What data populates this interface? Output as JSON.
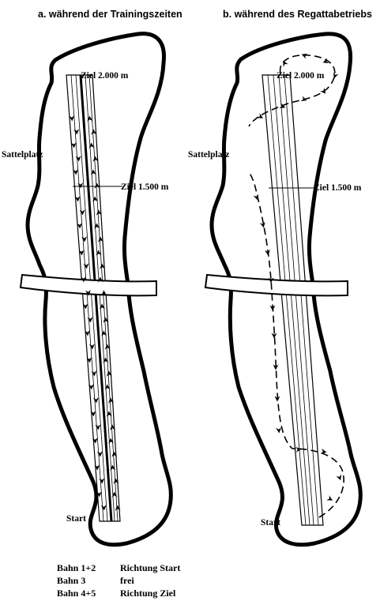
{
  "panel_a": {
    "title": "a. während der Trainingszeiten",
    "labels": {
      "finish_2000": "Ziel 2.000 m",
      "finish_1500": "Ziel 1.500 m",
      "paddock": "Sattelplatz",
      "start": "Start"
    }
  },
  "panel_b": {
    "title": "b. während des Regattabetriebs",
    "labels": {
      "finish_2000": "Ziel 2.000 m",
      "finish_1500": "Ziel 1.500 m",
      "paddock": "Sattelplatz",
      "start": "Start"
    }
  },
  "legend": [
    {
      "lanes": "Bahn 1+2",
      "direction": "Richtung Start"
    },
    {
      "lanes": "Bahn 3",
      "direction": "frei"
    },
    {
      "lanes": "Bahn 4+5",
      "direction": "Richtung Ziel"
    }
  ],
  "colors": {
    "ink": "#000000",
    "paper": "#ffffff"
  }
}
